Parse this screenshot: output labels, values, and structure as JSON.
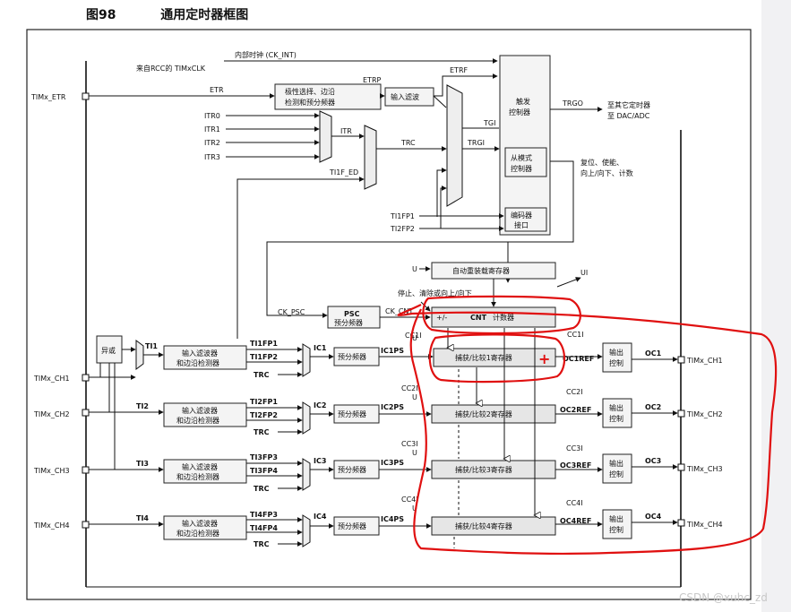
{
  "figure": {
    "number": "图98",
    "title": "通用定时器框图",
    "watermark": "CSDN @xuhc_zd"
  },
  "signals": {
    "internal_clock": "内部时钟 (CK_INT)",
    "rcc_clock": "来自RCC的 TIMxCLK",
    "etr_pin": "TIMx_ETR",
    "etr": "ETR",
    "etrp": "ETRP",
    "etrf": "ETRF",
    "itr0": "ITR0",
    "itr1": "ITR1",
    "itr2": "ITR2",
    "itr3": "ITR3",
    "itr": "ITR",
    "trc": "TRC",
    "ti1f_ed": "TI1F_ED",
    "tgi": "TGI",
    "trgi": "TRGI",
    "ti1fp1": "TI1FP1",
    "ti2fp2": "TI2FP2",
    "trgo": "TRGO",
    "to_other_timer": "至其它定时器",
    "to_dac_adc": "至 DAC/ADC",
    "reset_enable": "复位、使能、",
    "up_down_count": "向上/向下、计数",
    "u": "U",
    "ui": "UI",
    "stop_clear": "停止、清除或向上/向下",
    "ck_psc": "CK_PSC",
    "ck_cnt": "CK_CNT",
    "plus_minus": "+/-",
    "ti1": "TI1",
    "ti2": "TI2",
    "ti3": "TI3",
    "ti4": "TI4",
    "ic1": "IC1",
    "ic2": "IC2",
    "ic3": "IC3",
    "ic4": "IC4",
    "ic1ps": "IC1PS",
    "ic2ps": "IC2PS",
    "ic3ps": "IC3PS",
    "ic4ps": "IC4PS",
    "ti1fp1_c": "TI1FP1",
    "ti1fp2": "TI1FP2",
    "ti2fp1": "TI2FP1",
    "ti2fp2_c": "TI2FP2",
    "ti3fp3": "TI3FP3",
    "ti3fp4": "TI3FP4",
    "ti4fp3": "TI4FP3",
    "ti4fp4": "TI4FP4",
    "cc1i": "CC1I",
    "cc2i": "CC2I",
    "cc3i": "CC3I",
    "cc4i": "CC4I",
    "oc1ref": "OC1REF",
    "oc2ref": "OC2REF",
    "oc3ref": "OC3REF",
    "oc4ref": "OC4REF",
    "oc1": "OC1",
    "oc2": "OC2",
    "oc3": "OC3",
    "oc4": "OC4",
    "ch1": "TIMx_CH1",
    "ch2": "TIMx_CH2",
    "ch3": "TIMx_CH3",
    "ch4": "TIMx_CH4"
  },
  "blocks": {
    "polarity_1": "极性选择、边沿",
    "polarity_2": "检测和预分频器",
    "input_filter": "输入滤波",
    "trigger_1": "触发",
    "trigger_2": "控制器",
    "slave_1": "从模式",
    "slave_2": "控制器",
    "encoder_1": "编码器",
    "encoder_2": "接口",
    "auto_reload": "自动重装载寄存器",
    "psc": "PSC",
    "psc_sub": "预分频器",
    "cnt": "CNT",
    "cnt_sub": "计数器",
    "xor": "异或",
    "filter_edge_1": "输入滤波器",
    "filter_edge_2": "和边沿检测器",
    "prescaler": "预分频器",
    "capture_1": "捕获/比较1寄存器",
    "capture_2": "捕获/比较2寄存器",
    "capture_3": "捕获/比较3寄存器",
    "capture_4": "捕获/比较4寄存器",
    "output_1": "输出",
    "output_2": "控制",
    "red_mark": "+"
  },
  "colors": {
    "annotation": "#e01010",
    "line": "#111111",
    "box_fill": "#f4f4f4"
  }
}
